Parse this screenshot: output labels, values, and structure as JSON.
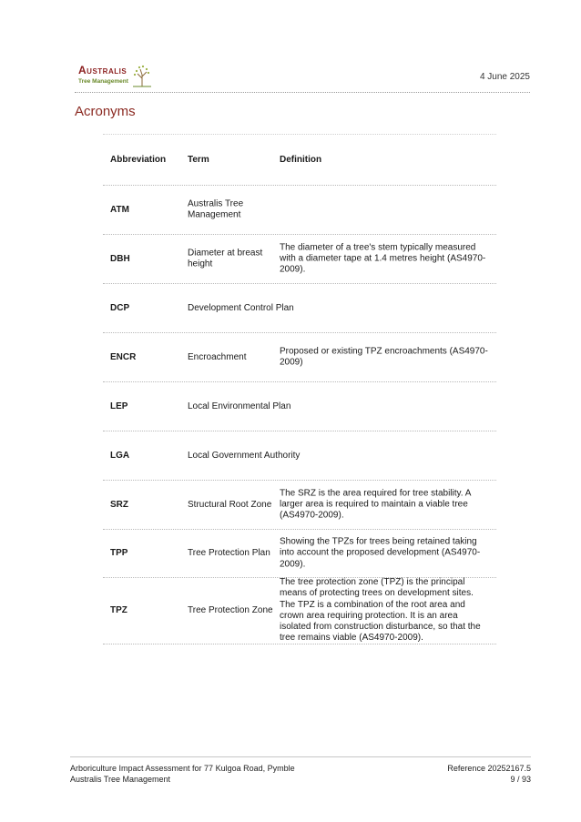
{
  "header": {
    "logo_word": "Australis",
    "logo_sub": "Tree Management",
    "date": "4 June 2025"
  },
  "section_title": "Acronyms",
  "table": {
    "headers": {
      "abbr": "Abbreviation",
      "term": "Term",
      "def": "Definition"
    },
    "rows": [
      {
        "abbr": "ATM",
        "term": "Australis Tree Management",
        "def": ""
      },
      {
        "abbr": "DBH",
        "term": "Diameter at breast height",
        "def": "The diameter of a tree's stem typically measured with a diameter tape at 1.4 metres height (AS4970-2009)."
      },
      {
        "abbr": "DCP",
        "term": "Development Control Plan",
        "def": ""
      },
      {
        "abbr": "ENCR",
        "term": "Encroachment",
        "def": "Proposed or existing TPZ encroachments (AS4970-2009)"
      },
      {
        "abbr": "LEP",
        "term": "Local Environmental Plan",
        "def": ""
      },
      {
        "abbr": "LGA",
        "term": "Local Government Authority",
        "def": ""
      },
      {
        "abbr": "SRZ",
        "term": "Structural Root Zone",
        "def": "The SRZ is the area required for tree stability. A larger area is required to maintain a viable tree (AS4970-2009)."
      },
      {
        "abbr": "TPP",
        "term": "Tree Protection Plan",
        "def": "Showing the TPZs for trees being retained taking into account the proposed development (AS4970-2009)."
      },
      {
        "abbr": "TPZ",
        "term": "Tree Protection Zone",
        "def": "The tree protection zone (TPZ) is the principal means of protecting trees on development sites. The TPZ is a combination of the root area and crown area requiring protection. It is an area isolated from construction disturbance, so that the tree remains viable (AS4970-2009)."
      }
    ]
  },
  "footer": {
    "title_line": "Arboriculture Impact Assessment for 77 Kulgoa Road, Pymble",
    "company": "Australis Tree Management",
    "reference": "Reference 20252167.5",
    "page": "9 / 93"
  }
}
